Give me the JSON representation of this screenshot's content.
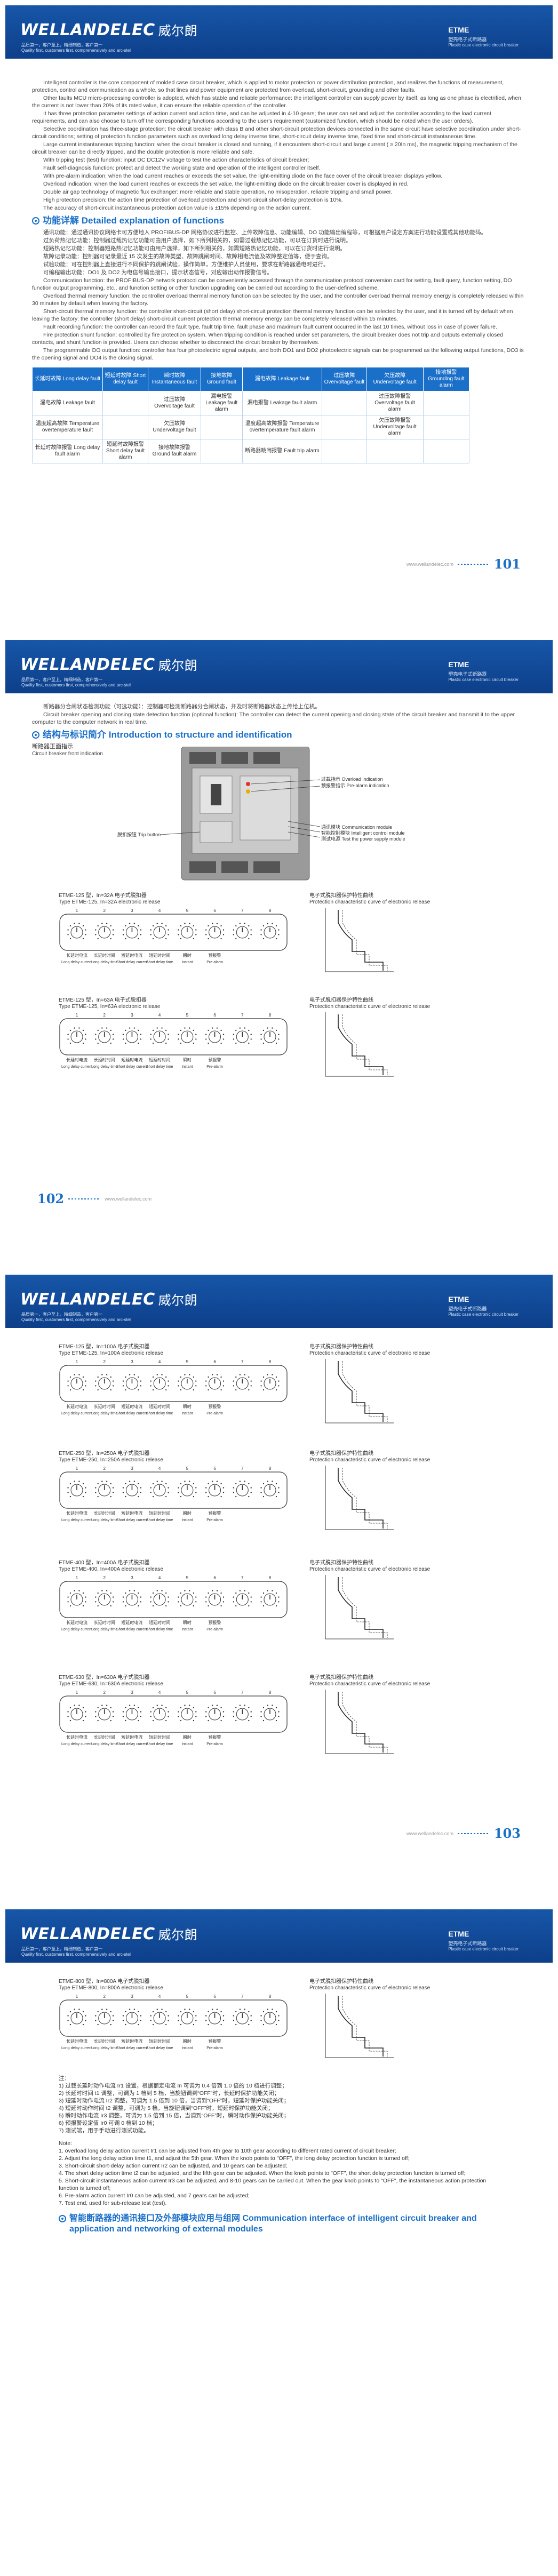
{
  "brand": {
    "logo_text": "WELLANDELEC",
    "logo_cn": "威尔朗",
    "tagline_cn": "品质第一，客户至上，精细制造，客户第一",
    "tagline_en": "Quality first, customers first, comprehensively and arc-stel",
    "series": "ETME",
    "series_cn": "塑壳电子式断路器",
    "series_en": "Plastic case electronic circuit breaker"
  },
  "page1": {
    "intro_paragraphs": [
      "Intelligent controller is the core component of molded case circuit breaker, which is applied to motor protection or power distribution protection, and realizes the functions of measurement, protection, control and communication as a whole, so that lines and power equipment are protected from overload, short-circuit, grounding and other faults.",
      "Other faults MCU micro-processing controller is adopted, which has stable and reliable performance: the intelligent controller can supply power by itself, as long as one phase is electrified, when the current is not lower than 20% of its rated value, it can ensure the reliable operation of the controller.",
      "It has three protection parameter settings of action current and action time, and can be adjusted in 4-10 gears; the user can set and adjust the controller according to the load current requirements, and can also choose to turn off the corresponding functions according to the user's requirement (customized function, which should be noted when the user orders).",
      "Selective coordination has three-stage protection; the circuit breaker with class B and other short-circuit protection devices connected in the same circuit have selective coordination under short-circuit conditions; setting of protection function parameters such as overload long delay inverse time, short-circuit delay inverse time, fixed time and short-circuit instantaneous time.",
      "Large current instantaneous tripping function: when the circuit breaker is closed and running, if it encounters short-circuit and large current ( ≥ 20In ms), the magnetic tripping mechanism of the circuit breaker can be directly tripped, and the double protection is more reliable and safe.",
      "With tripping test (test) function: input DC DC12V voltage to test the action characteristics of circuit breaker;",
      "Fault self-diagnosis function: protect and detect the working state and operation of the intelligent controller itself.",
      "With pre-alarm indication: when the load current reaches or exceeds the set value, the light-emitting diode on the face cover of the circuit breaker displays yellow.",
      "Overload indication: when the load current reaches or exceeds the set value, the light-emitting diode on the circuit breaker cover is displayed in red.",
      "Double air gap technology of magnetic flux exchanger: more reliable and stable operation, no misoperation, reliable tripping and small power.",
      "High protection precision: the action time protection of overload protection and short-circuit short-delay protection is 10%.",
      "The accuracy of short-circuit instantaneous protection action value is ±15% depending on the action current."
    ],
    "func_title": "功能详解 Detailed explanation of functions",
    "func_cn_paragraphs": [
      "通讯功能：通过通讯协议网络卡可方便地入 PROFIBUS-DP 网络协议进行监控、上传故障信息、功能编辑、DO 功能输出编程等，可根据用户设定方案进行功能设置或其他功能码。",
      "过负荷热记忆功能：控制器过载热记忆功能可由用户选择，如下所列相关的，如需过载热记忆功能，可以在订货时进行说明。",
      "短路热记忆功能：控制器短路热记忆功能可由用户选择，如下所列相关的，如需短路热记忆功能，可以在订货时进行说明。",
      "故障记录功能：控制器可记录最近 15 次发生的故障类型、故障跳闸时间、故障相电流值及故障整定值等，便于查询。",
      "试验功能：可在控制器上直接进行不同保护的跳闸试验，操作简单，方便维护人员使用，要求在断路器通电时进行。",
      "可编程输出功能：DO1 及 DO2 为电信号输出接口，提示状态信号，对应输出动作报警信号。"
    ],
    "func_en_paragraphs": [
      "Communication function: the PROFIBUS-DP network protocol can be conveniently accessed through the communication protocol conversion card for setting, fault query, function setting, DO function output programming, etc., and function setting or other function upgrading can be carried out according to the user-defined scheme.",
      "Overload thermal memory function: the controller overload thermal memory function can be selected by the user, and the controller overload thermal memory energy is completely released within 30 minutes by default when leaving the factory.",
      "Short-circuit thermal memory function: the controller short-circuit (short delay) short-circuit protection thermal memory function can be selected by the user, and it is turned off by default when leaving the factory: the controller (short delay) short-circuit current protection thermal memory energy can be completely released within 15 minutes.",
      "Fault recording function: the controller can record the fault type, fault trip time, fault phase and maximum fault current occurred in the last 10 times, without loss in case of power failure.",
      "Fire protection shunt function: controlled by fire protection system. When tripping condition is reached under set parameters, the circuit breaker does not trip and outputs externally closed contacts, and shunt function is provided. Users can choose whether to disconnect the circuit breaker by themselves.",
      "The programmable DO output function: controller has four photoelectric signal outputs, and both DO1 and DO2 photoelectric signals can be programmed as the following output functions, DO3 is the opening signal and DO4 is the closing signal."
    ],
    "fault_table": {
      "rows": [
        [
          "长延时故障 Long delay fault",
          "短延时故障 Short delay fault",
          "瞬时故障 Instantaneous fault",
          "接地故障 Ground fault",
          "漏电故障 Leakage fault",
          "过压故障 Overvoltage fault",
          "欠压故障 Undervoltage fault",
          "接地报警 Grounding fault alarm"
        ],
        [
          "漏电故障 Leakage fault",
          "",
          "过压故障 Overvoltage fault",
          "漏电报警 Leakage fault alarm",
          "漏电报警 Leakage fault alarm",
          "",
          "过压故障报警 Overvoltage fault alarm",
          ""
        ],
        [
          "温度超高故障 Temperature overtemperature fault",
          "",
          "欠压故障 Undervoltage fault",
          "",
          "温度超高故障报警 Temperature overtemperature fault alarm",
          "",
          "欠压故障报警 Undervoltage fault alarm",
          ""
        ],
        [
          "长延时故障报警 Long delay fault alarm",
          "短延时故障报警 Short delay fault alarm",
          "接地故障报警 Ground fault alarm",
          "",
          "断路器跳闸报警 Fault trip alarm",
          "",
          "",
          ""
        ]
      ]
    },
    "page_number": "101",
    "footer_url": "www.wellandelec.com"
  },
  "page2": {
    "intro_cn": "断路器分合闸状态检测功能（可选功能）：控制器可检测断路器分合闸状态，并及时将断路器状态上传给上位机。",
    "intro_en": "Circuit breaker opening and closing state detection function (optional function): The controller can detect the current opening and closing state of the circuit breaker and transmit it to the upper computer to the computer network in real time.",
    "struct_title": "结构与标识简介 Introduction to structure and identification",
    "front_label_cn": "断路器正面指示",
    "front_label_en": "Circuit breaker front indication",
    "callouts": [
      "过载指示 Overload indication",
      "预报警指示 Pre-alarm indication",
      "通讯模块 Communication module",
      "智能控制模块 Intelligent control module",
      "测试电源 Test the power supply module",
      "脱扣按钮 Trip button"
    ],
    "diagram1_title_cn": "ETME-125 型，In=32A 电子式脱扣器",
    "diagram1_title_en": "Type ETME-125, In=32A electronic release",
    "diagram2_title_cn": "ETME-125 型，In=63A 电子式脱扣器",
    "diagram2_title_en": "Type ETME-125, In=63A electronic release",
    "curve_title_cn": "电子式脱扣器保护特性曲线",
    "curve_title_en": "Protection characteristic curve of electronic release",
    "knob_labels": [
      "长延时电流 Long delay current",
      "长延时时间 Long delay time",
      "短延时电流 Short delay current",
      "短延时时间 Short delay time",
      "瞬时 Instant",
      "预报警 Pre-alarm"
    ],
    "page_number": "102",
    "footer_url": "www.wellandelec.com"
  },
  "page3": {
    "diagrams": [
      {
        "cn": "ETME-125 型，In=100A 电子式脱扣器",
        "en": "Type ETME-125, In=100A electronic release"
      },
      {
        "cn": "ETME-250 型，In=250A 电子式脱扣器",
        "en": "Type ETME-250, In=250A electronic release"
      },
      {
        "cn": "ETME-400 型，In=400A 电子式脱扣器",
        "en": "Type ETME-400, In=400A electronic release"
      },
      {
        "cn": "ETME-630 型，In=630A 电子式脱扣器",
        "en": "Type ETME-630, In=630A electronic release"
      }
    ],
    "curve_title_cn": "电子式脱扣器保护特性曲线",
    "curve_title_en": "Protection characteristic curve of electronic release",
    "page_number": "103",
    "footer_url": "www.wellandelec.com"
  },
  "page4": {
    "diagram_cn": "ETME-800 型，In=800A 电子式脱扣器",
    "diagram_en": "Type ETME-800, In=800A electronic release",
    "curve_title_cn": "电子式脱扣器保护特性曲线",
    "curve_title_en": "Protection characteristic curve of electronic release",
    "notes_cn_title": "注：",
    "notes_cn": [
      "1) 过载长延时动作电流 Ir1 设置，根据额定电流 In 可调为 0.4 倍到 1.0 倍的 10 档进行调整；",
      "2) 长延时时间 t1 调整，可调为 1 档到 5 档，当旋钮调到“OFF”时，长延时保护功能关闭；",
      "3) 短延时动作电流 Ir2 调整，可调为 1.5 倍到 10 倍，当调到“OFF”时，短延时保护功能关闭；",
      "4) 短延时动作时间 t2 调整，可调为 5 档，当旋钮调到“OFF”时，短延时保护功能关闭；",
      "5) 瞬时动作电流 Ir3 调整，可调为 1.5 倍到 15 倍，当调到“OFF”时，瞬时动作保护功能关闭；",
      "6) 预报警设定值 Ir0 可调 0 档到 10 档；",
      "7) 测试端，用于手动进行测试功能。"
    ],
    "notes_en_title": "Note:",
    "notes_en": [
      "1. overload long delay action current Ir1 can be adjusted from 4th gear to 10th gear according to different rated current of circuit breaker;",
      "2. Adjust the long delay action time t1, and adjust the 5th gear. When the knob points to \"OFF\", the long delay protection function is turned off;",
      "3. Short-circuit short-delay action current Ir2 can be adjusted, and 10 gears can be adjusted;",
      "4. The short delay action time t2 can be adjusted, and the fifth gear can be adjusted. When the knob points to \"OFF\", the short delay protection function is turned off;",
      "5. Short-circuit instantaneous action current Ir3 can be adjusted, and 8-10 gears can be carried out. When the gear knob points to \"OFF\", the instantaneous action protection function is turned off;",
      "6. Pre-alarm action current Ir0 can be adjusted, and 7 gears can be adjusted;",
      "7. Test end, used for sub-release test (test)."
    ],
    "comm_title": "智能断路器的通讯接口及外部模块应用与组网 Communication interface of intelligent circuit breaker and application and networking of external modules"
  }
}
